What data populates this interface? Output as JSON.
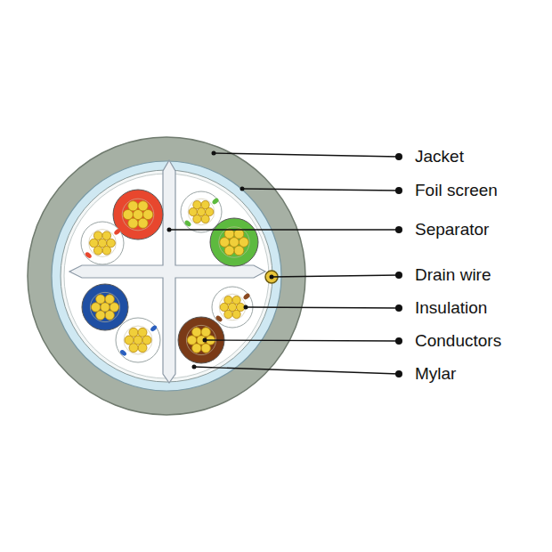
{
  "diagram": {
    "labels": [
      "Jacket",
      "Foil screen",
      "Separator",
      "Drain wire",
      "Insulation",
      "Conductors",
      "Mylar"
    ]
  }
}
